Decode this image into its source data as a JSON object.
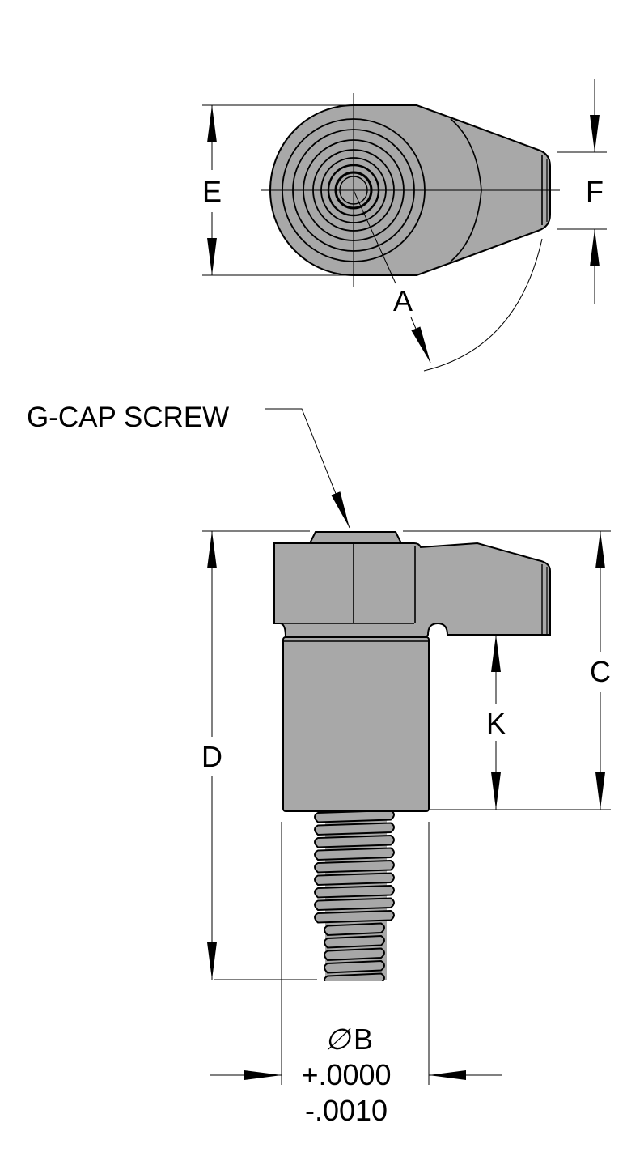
{
  "labels": {
    "A": "A",
    "C": "C",
    "D": "D",
    "E": "E",
    "F": "F",
    "K": "K",
    "g_cap_screw": "G-CAP SCREW"
  },
  "diameter": {
    "symbol": "∅",
    "label": "B",
    "plus_tolerance": "+.0000",
    "minus_tolerance": "-.0010"
  },
  "colors": {
    "part_fill": "#a8a8a8",
    "line": "#000000",
    "background": "#ffffff"
  }
}
